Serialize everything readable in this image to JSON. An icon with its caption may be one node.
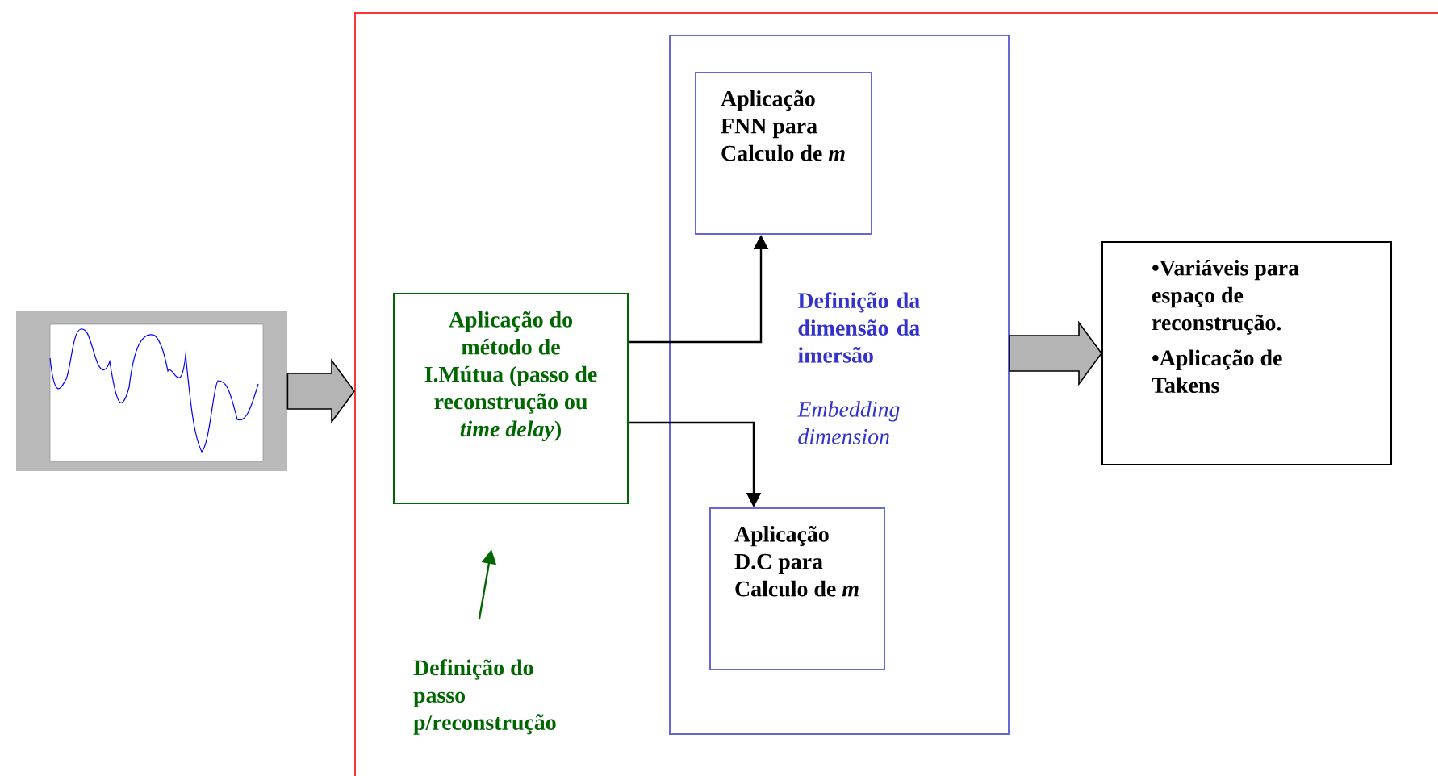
{
  "diagram": {
    "nodes": [
      {
        "text": [],
        "shape": "picture"
      },
      {
        "text": [],
        "shape": "box"
      },
      {
        "text": [
          "Aplicação do método de I.Mútua (passo de reconstrução ou *time delay*)"
        ],
        "in": 1
      },
      {
        "text": [
          "Definição da dimensão da imersão",
          "Embedding dimension"
        ],
        "in": 1
      },
      {
        "text": [
          "Aplicação FNN para Calculo de *m*"
        ],
        "in": 3
      },
      {
        "text": [
          "Aplicação D.C para Calculo de *m*"
        ],
        "in": 3
      },
      {
        "text": [
          "•Variáveis para espaço de reconstrução.",
          "•Aplicação de Takens"
        ],
        "in": 1
      },
      {
        "text": [
          "Definição do passo p/reconstrução"
        ],
        "in": 1
      }
    ],
    "edges": [
      {
        "from": 0,
        "to": 1,
        "arrow": "to",
        "style": "thick",
        "color": "#b4b4b4"
      },
      {
        "from": 2,
        "to": 4,
        "arrow": "to"
      },
      {
        "from": 2,
        "to": 5,
        "arrow": "to"
      },
      {
        "from": 7,
        "to": 2,
        "arrow": "to",
        "color": "#006600"
      },
      {
        "from": 3,
        "to": 6,
        "arrow": "to",
        "style": "thick",
        "color": "#b4b4b4"
      }
    ]
  }
}
